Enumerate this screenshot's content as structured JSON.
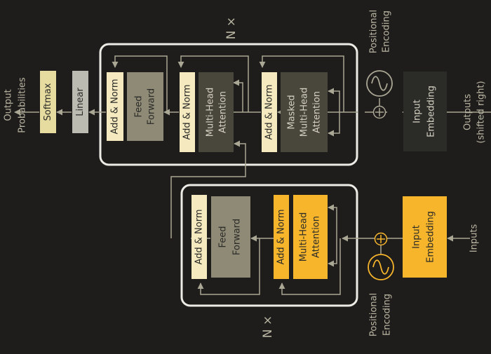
{
  "colors": {
    "background": "#1e1d1b",
    "frame": "#ecebe5",
    "wire": "#aaa795",
    "label": "#b9b6a3",
    "cream": "#f4e9bf",
    "taupe": "#8e8a76",
    "dark_olive": "#49473b",
    "charcoal": "#2b2b28",
    "accent": "#f7b52c",
    "softmax": "#e6dca0",
    "linear": "#bcbbb2",
    "dark_text": "#2b2b28",
    "light_text": "#d4d1c2"
  },
  "decoder": {
    "repeat_label": "N ×",
    "add_norm_ffn": "Add & Norm",
    "feed_forward": [
      "Feed",
      "Forward"
    ],
    "add_norm_cross": "Add & Norm",
    "cross_attention": [
      "Multi-Head",
      "Attention"
    ],
    "add_norm_masked": "Add & Norm",
    "masked_attention": [
      "Masked",
      "Multi-Head",
      "Attention"
    ],
    "input_embedding": [
      "Input",
      "Embedding"
    ],
    "positional_encoding": [
      "Positional",
      "Encoding"
    ],
    "input_label": [
      "Outputs",
      "(shifted right)"
    ]
  },
  "encoder": {
    "repeat_label": "N ×",
    "add_norm_ffn": "Add & Norm",
    "feed_forward": [
      "Feed",
      "Forward"
    ],
    "add_norm_attn": "Add & Norm",
    "attention": [
      "Multi-Head",
      "Attention"
    ],
    "input_embedding": [
      "Input",
      "Embedding"
    ],
    "positional_encoding": [
      "Positional",
      "Encoding"
    ],
    "input_label": "Inputs"
  },
  "head": {
    "softmax": "Softmax",
    "linear": "Linear",
    "output_label": [
      "Output",
      "Probabilities"
    ]
  },
  "icons": {
    "sum": "plus-circle-icon",
    "positional": "sine-wave-icon"
  }
}
